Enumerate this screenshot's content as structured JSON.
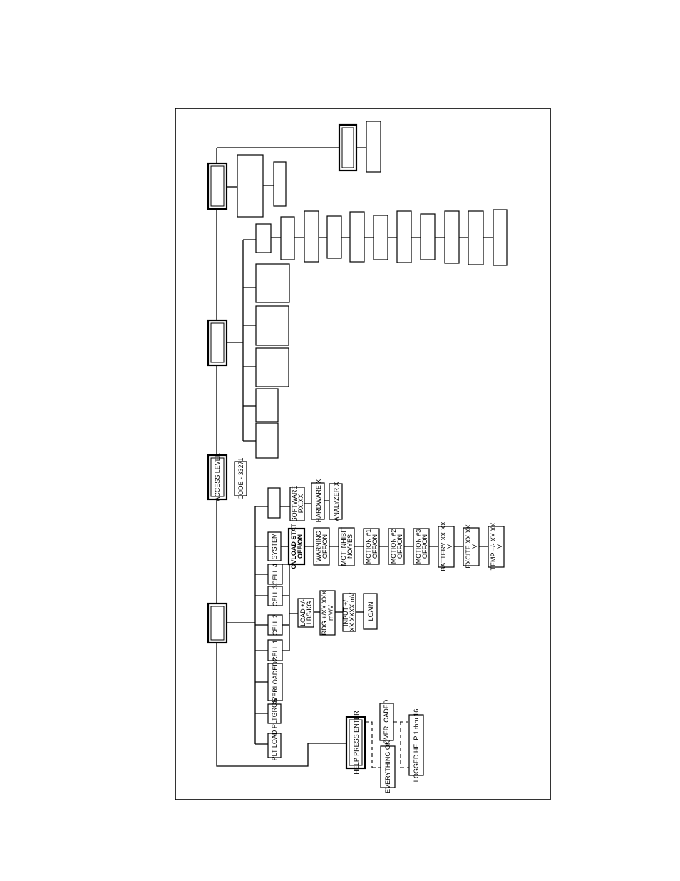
{
  "labels": {
    "access_level": "ACCESS LEVEL",
    "code": "CODE - 33271",
    "help_press_enter": "HELP PRESS ENTER",
    "everything_ok": "EVERYTHING OK",
    "overloaded": "OVERLOADED",
    "logged_help": "LOGGED HELP 1 thru 16",
    "plt_load": "PLT LOAD",
    "pltgros": "PLTGROS",
    "overloaded_q": "OVERLOADED?",
    "cell1": "CELL 1",
    "cell2": "CELL 2",
    "cell3": "CELL 3",
    "cell4": "CELL 4",
    "system": "SYSTEM",
    "load_1": "LOAD +/-",
    "load_2": "LBS/KG",
    "rdg_1": "RDG +/XX.XXX",
    "rdg_2": "mV/V",
    "input_1": "INPUT +/-",
    "input_2": "XX.XXXX mV",
    "lgain": "LGAIN",
    "ovload_1": "OVLOAD STAT",
    "ovload_2": "OFF/ON",
    "warning_1": "WARNING",
    "warning_2": "OFF/ON",
    "mot_1": "MOT INHIBIT",
    "mot_2": "NO/YES",
    "motion1_1": "MOTION #1",
    "motion1_2": "OFF/ON",
    "motion2_1": "MOTION #2",
    "motion2_2": "OFF/ON",
    "motion3_1": "MOTION #3",
    "motion3_2": "OFF/ON",
    "battery_1": "BATTERY XX.XX",
    "battery_2": "V",
    "excite_1": "EXCITE XX.XX",
    "excite_2": "V",
    "temp_1": "TEMP +/- XX.XX",
    "temp_2": "V",
    "software_1": "SOFTWARE",
    "software_2": "PX.XX",
    "hardware": "HARDWARE X",
    "analyzer": "ANALYZER X"
  }
}
